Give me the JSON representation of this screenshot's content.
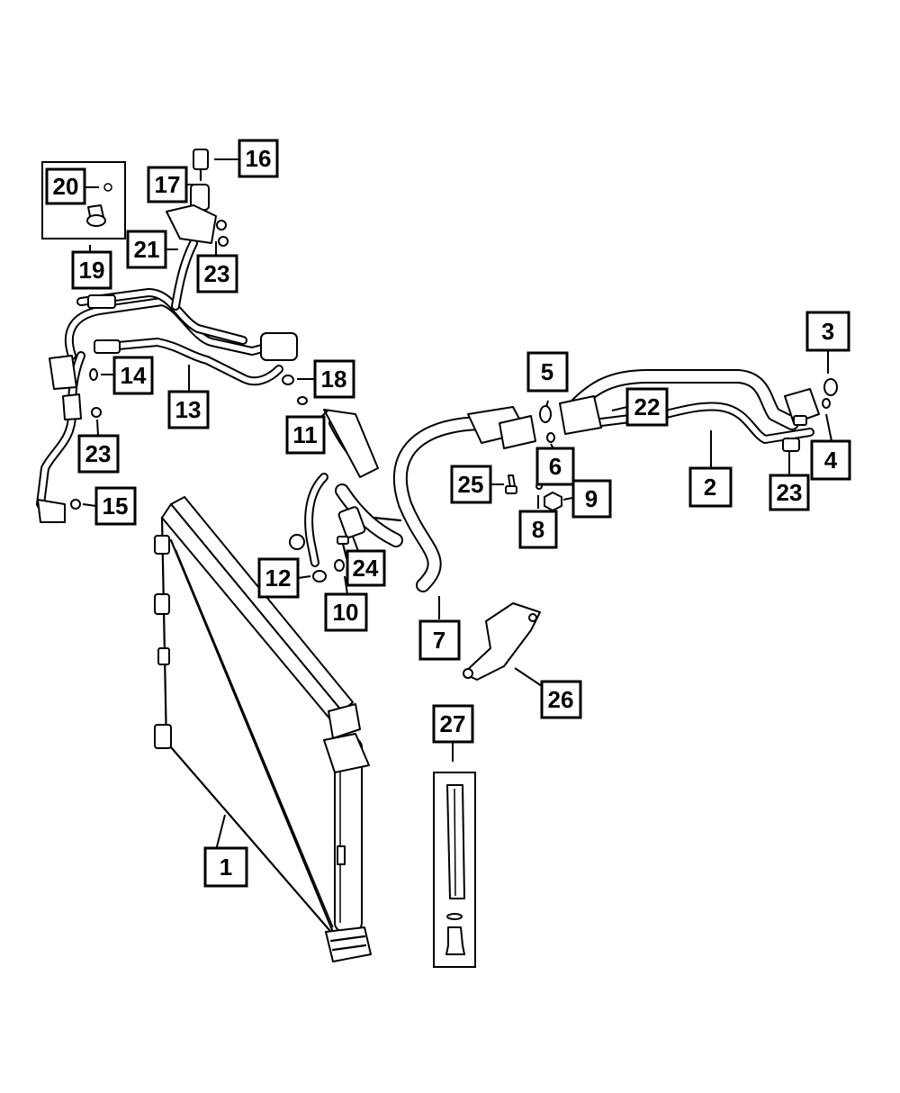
{
  "callouts": [
    {
      "id": "c1",
      "label": "1"
    },
    {
      "id": "c2",
      "label": "2"
    },
    {
      "id": "c3",
      "label": "3"
    },
    {
      "id": "c4",
      "label": "4"
    },
    {
      "id": "c5",
      "label": "5"
    },
    {
      "id": "c6",
      "label": "6"
    },
    {
      "id": "c7",
      "label": "7"
    },
    {
      "id": "c8",
      "label": "8"
    },
    {
      "id": "c9",
      "label": "9"
    },
    {
      "id": "c10",
      "label": "10"
    },
    {
      "id": "c11",
      "label": "11"
    },
    {
      "id": "c12",
      "label": "12"
    },
    {
      "id": "c13",
      "label": "13"
    },
    {
      "id": "c14",
      "label": "14"
    },
    {
      "id": "c15",
      "label": "15"
    },
    {
      "id": "c16",
      "label": "16"
    },
    {
      "id": "c17",
      "label": "17"
    },
    {
      "id": "c18",
      "label": "18"
    },
    {
      "id": "c19",
      "label": "19"
    },
    {
      "id": "c20",
      "label": "20"
    },
    {
      "id": "c21",
      "label": "21"
    },
    {
      "id": "c22",
      "label": "22"
    },
    {
      "id": "c23a",
      "label": "23"
    },
    {
      "id": "c23b",
      "label": "23"
    },
    {
      "id": "c23c",
      "label": "23"
    },
    {
      "id": "c24",
      "label": "24"
    },
    {
      "id": "c25",
      "label": "25"
    },
    {
      "id": "c26",
      "label": "26"
    },
    {
      "id": "c27",
      "label": "27"
    }
  ]
}
